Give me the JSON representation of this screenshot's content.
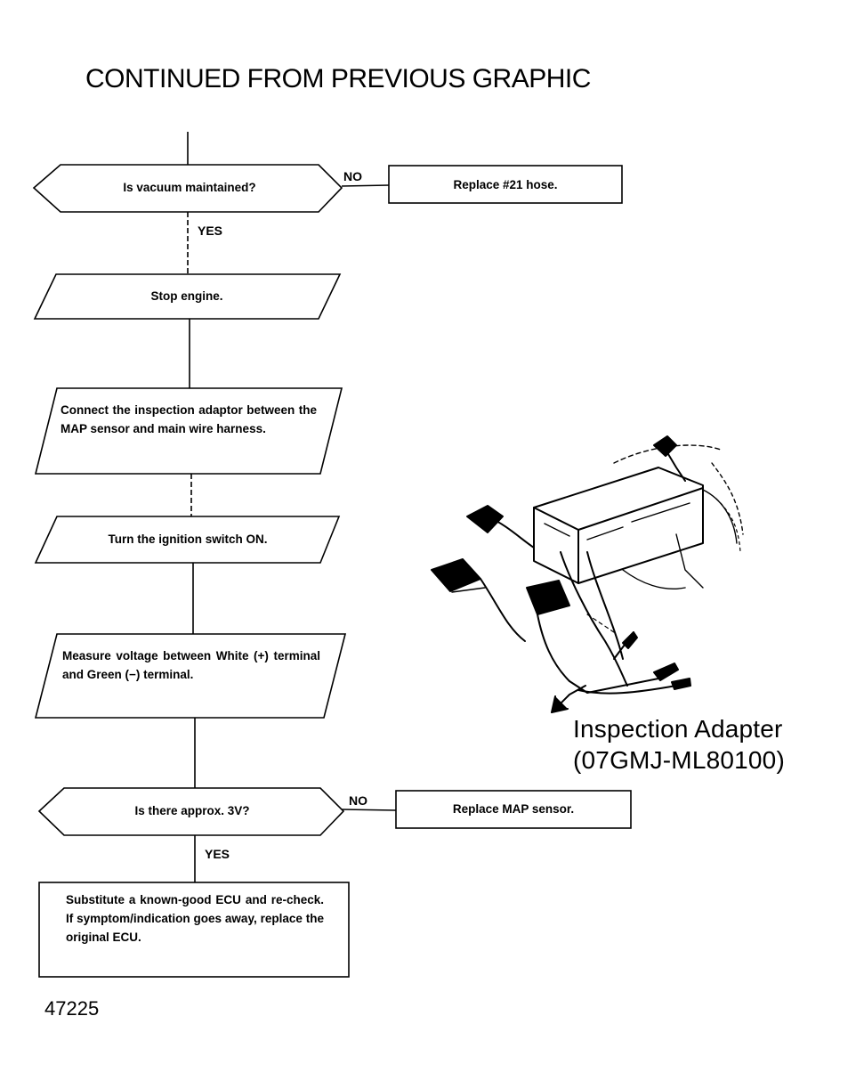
{
  "header": "CONTINUED FROM PREVIOUS GRAPHIC",
  "steps": {
    "vacuum_question": "Is vacuum maintained?",
    "replace_hose": "Replace #21 hose.",
    "stop_engine": "Stop engine.",
    "connect_adaptor": "Connect the inspection adaptor between the MAP sensor and main wire harness.",
    "ignition_on": "Turn the ignition switch ON.",
    "measure_voltage": "Measure voltage between White (+) terminal and Green (−) terminal.",
    "voltage_question": "Is there approx. 3V?",
    "replace_map": "Replace MAP sensor.",
    "substitute_ecu": "Substitute a known-good ECU and re-check. If symptom/indication goes away, replace the original ECU."
  },
  "labels": {
    "no": "NO",
    "yes": "YES"
  },
  "illustration": {
    "caption_line1": "Inspection Adapter",
    "caption_line2": "(07GMJ-ML80100)"
  },
  "figure_number": "47225",
  "colors": {
    "ink": "#000000",
    "paper": "#ffffff"
  }
}
